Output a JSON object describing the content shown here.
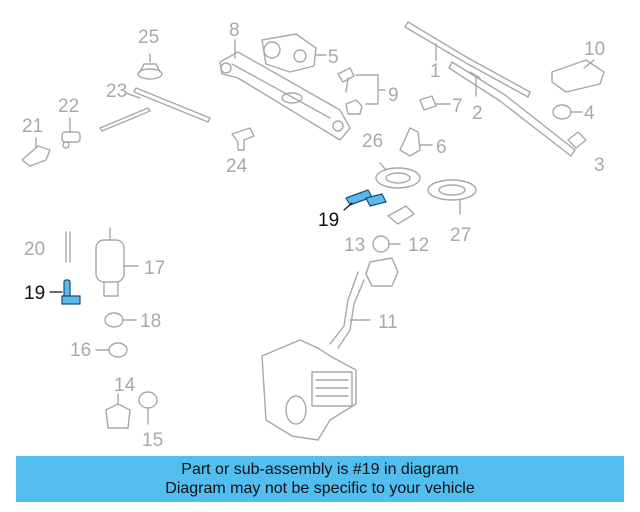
{
  "diagram": {
    "callouts": [
      "1",
      "2",
      "3",
      "4",
      "5",
      "6",
      "7",
      "8",
      "9",
      "10",
      "11",
      "12",
      "13",
      "14",
      "15",
      "16",
      "17",
      "18",
      "19",
      "20",
      "21",
      "22",
      "23",
      "24",
      "25",
      "26",
      "27"
    ],
    "highlighted_callout": "19",
    "colors": {
      "line": "#a8a8a8",
      "highlight_fill": "#5ab8ea",
      "highlight_stroke": "#1d4f78",
      "highlight_text": "#111111"
    }
  },
  "banner": {
    "line1": "Part or sub-assembly is #19 in diagram",
    "line2": "Diagram may not be specific to your vehicle",
    "color": "#52bef0"
  }
}
